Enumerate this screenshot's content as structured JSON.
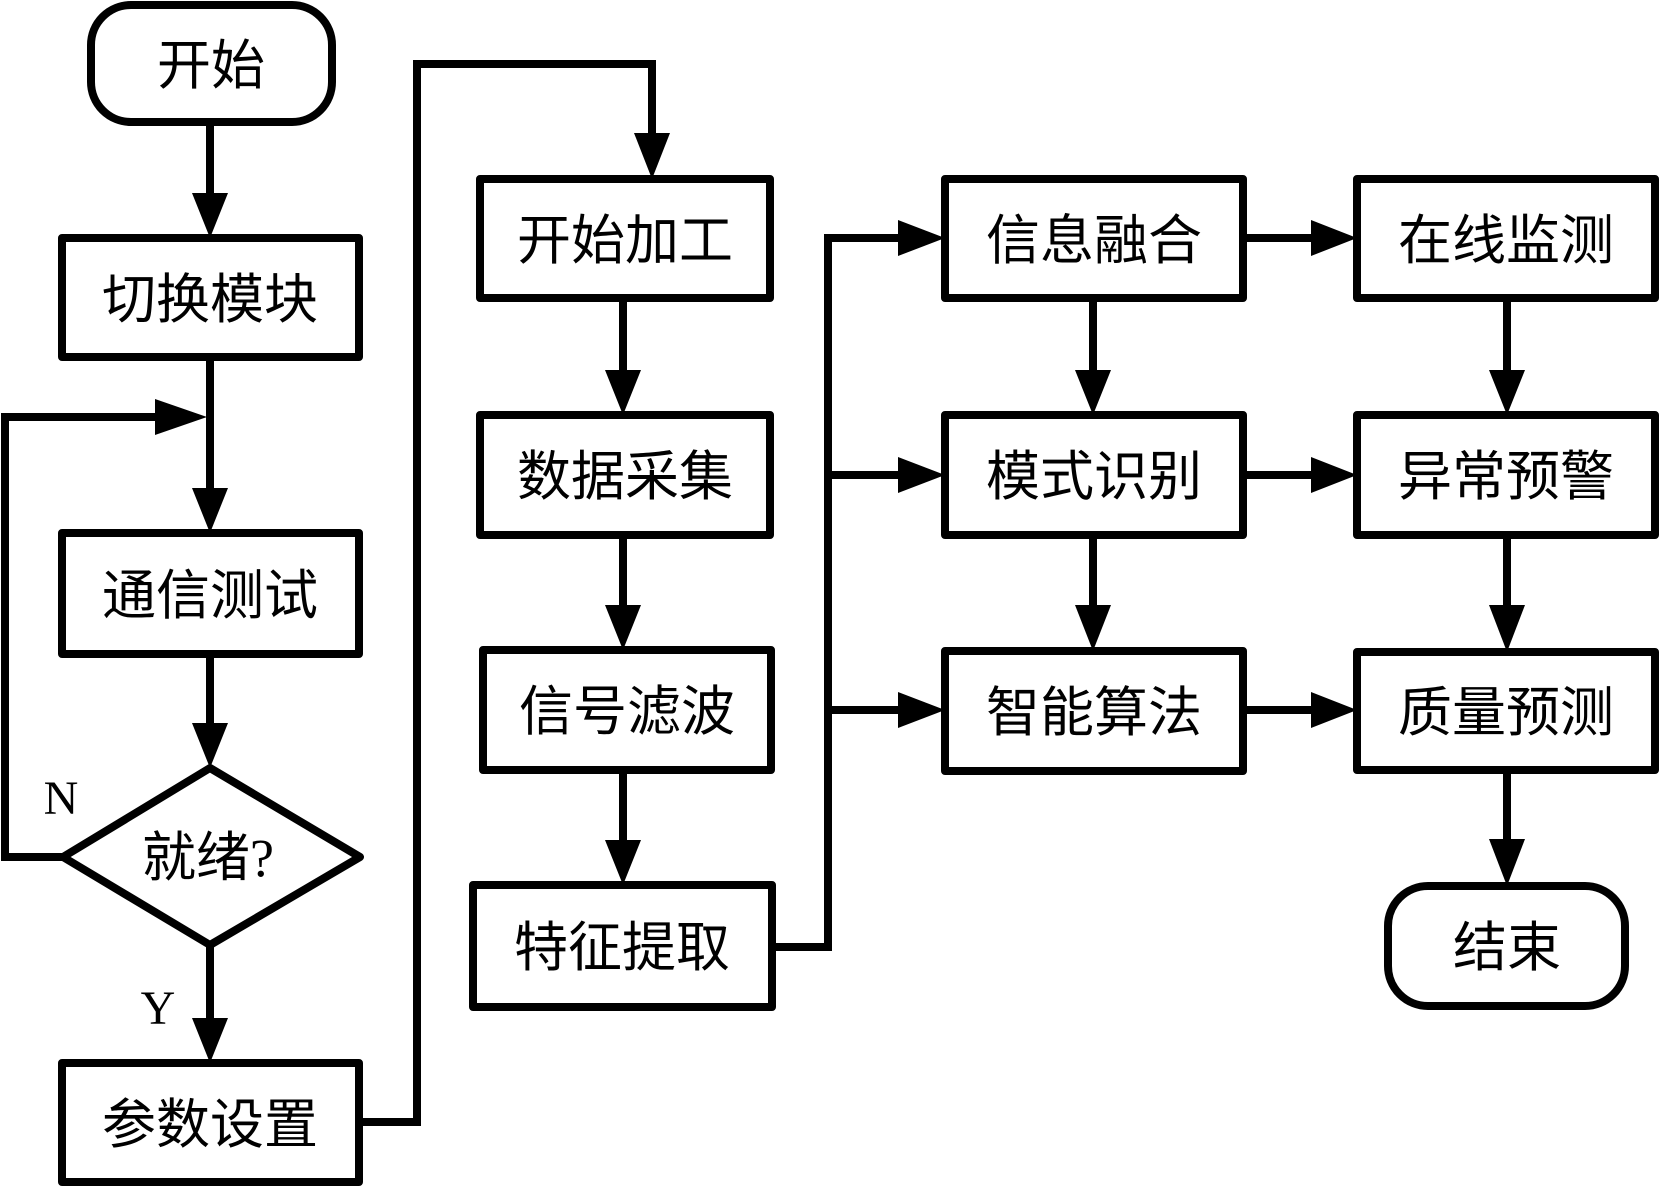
{
  "diagram": {
    "type": "flowchart",
    "colors": {
      "stroke": "#000000",
      "background": "#ffffff",
      "text": "#000000"
    },
    "nodes": [
      {
        "id": "start",
        "shape": "terminal",
        "label": "开始"
      },
      {
        "id": "switch",
        "shape": "process",
        "label": "切换模块"
      },
      {
        "id": "comm",
        "shape": "process",
        "label": "通信测试"
      },
      {
        "id": "ready",
        "shape": "decision",
        "label": "就绪?"
      },
      {
        "id": "params",
        "shape": "process",
        "label": "参数设置"
      },
      {
        "id": "machining",
        "shape": "process",
        "label": "开始加工"
      },
      {
        "id": "acquire",
        "shape": "process",
        "label": "数据采集"
      },
      {
        "id": "filter",
        "shape": "process",
        "label": "信号滤波"
      },
      {
        "id": "feature",
        "shape": "process",
        "label": "特征提取"
      },
      {
        "id": "fusion",
        "shape": "process",
        "label": "信息融合"
      },
      {
        "id": "pattern",
        "shape": "process",
        "label": "模式识别"
      },
      {
        "id": "algo",
        "shape": "process",
        "label": "智能算法"
      },
      {
        "id": "monitor",
        "shape": "process",
        "label": "在线监测"
      },
      {
        "id": "warning",
        "shape": "process",
        "label": "异常预警"
      },
      {
        "id": "quality",
        "shape": "process",
        "label": "质量预测"
      },
      {
        "id": "end",
        "shape": "terminal",
        "label": "结束"
      }
    ],
    "edges": [
      {
        "from": "start",
        "to": "switch"
      },
      {
        "from": "switch",
        "to": "comm"
      },
      {
        "from": "comm",
        "to": "ready"
      },
      {
        "from": "ready",
        "to": "comm",
        "label": "N"
      },
      {
        "from": "ready",
        "to": "params",
        "label": "Y"
      },
      {
        "from": "params",
        "to": "machining"
      },
      {
        "from": "machining",
        "to": "acquire"
      },
      {
        "from": "acquire",
        "to": "filter"
      },
      {
        "from": "filter",
        "to": "feature"
      },
      {
        "from": "feature",
        "to": "fusion"
      },
      {
        "from": "feature",
        "to": "pattern"
      },
      {
        "from": "feature",
        "to": "algo"
      },
      {
        "from": "fusion",
        "to": "pattern"
      },
      {
        "from": "pattern",
        "to": "algo"
      },
      {
        "from": "fusion",
        "to": "monitor"
      },
      {
        "from": "pattern",
        "to": "warning"
      },
      {
        "from": "algo",
        "to": "quality"
      },
      {
        "from": "monitor",
        "to": "warning"
      },
      {
        "from": "warning",
        "to": "quality"
      },
      {
        "from": "quality",
        "to": "end"
      }
    ],
    "edge_labels": {
      "no": "N",
      "yes": "Y"
    }
  }
}
